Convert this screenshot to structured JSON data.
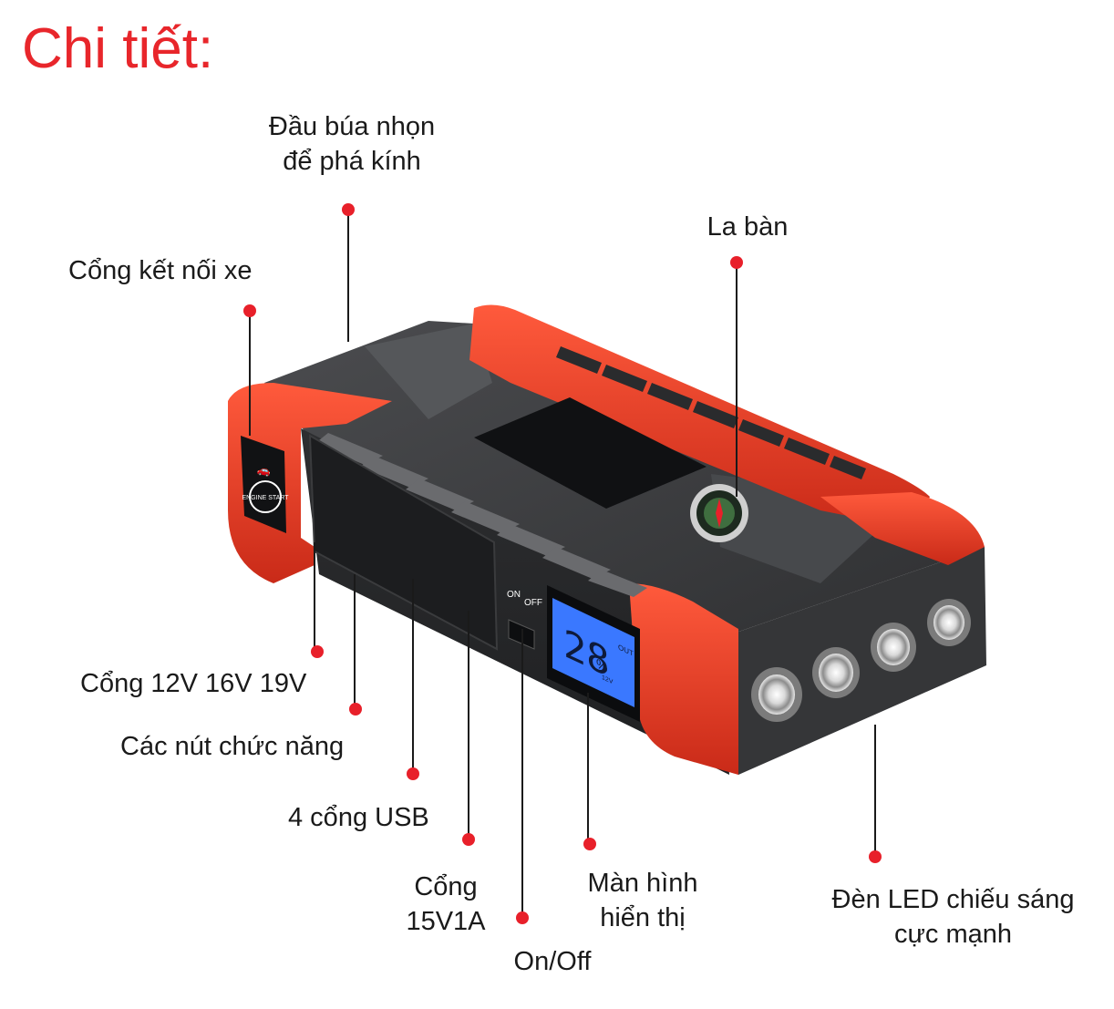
{
  "title": "Chi tiết:",
  "device": {
    "badge_text": "ENGINE START",
    "switch_on": "ON",
    "switch_off": "OFF",
    "lcd_value": "28",
    "lcd_unit": "%",
    "lcd_out": "OUT",
    "lcd_volt": "12V"
  },
  "labels": {
    "hammer": [
      "Đầu búa nhọn",
      "để phá kính"
    ],
    "compass": [
      "La bàn"
    ],
    "car_port": [
      "Cổng kết nối xe"
    ],
    "port_12v": [
      "Cổng 12V 16V 19V"
    ],
    "func_buttons": [
      "Các nút chức năng"
    ],
    "usb": [
      "4 cổng USB"
    ],
    "port_15v": [
      "Cổng",
      "15V1A"
    ],
    "onoff": [
      "On/Off"
    ],
    "display": [
      "Màn hình",
      "hiển thị"
    ],
    "led": [
      "Đèn LED chiếu sáng",
      "cực mạnh"
    ]
  },
  "colors": {
    "accent": "#e8262b",
    "body": "#3c3d3f",
    "red_bumper": "#e63a25",
    "lcd": "#3a78ff"
  }
}
